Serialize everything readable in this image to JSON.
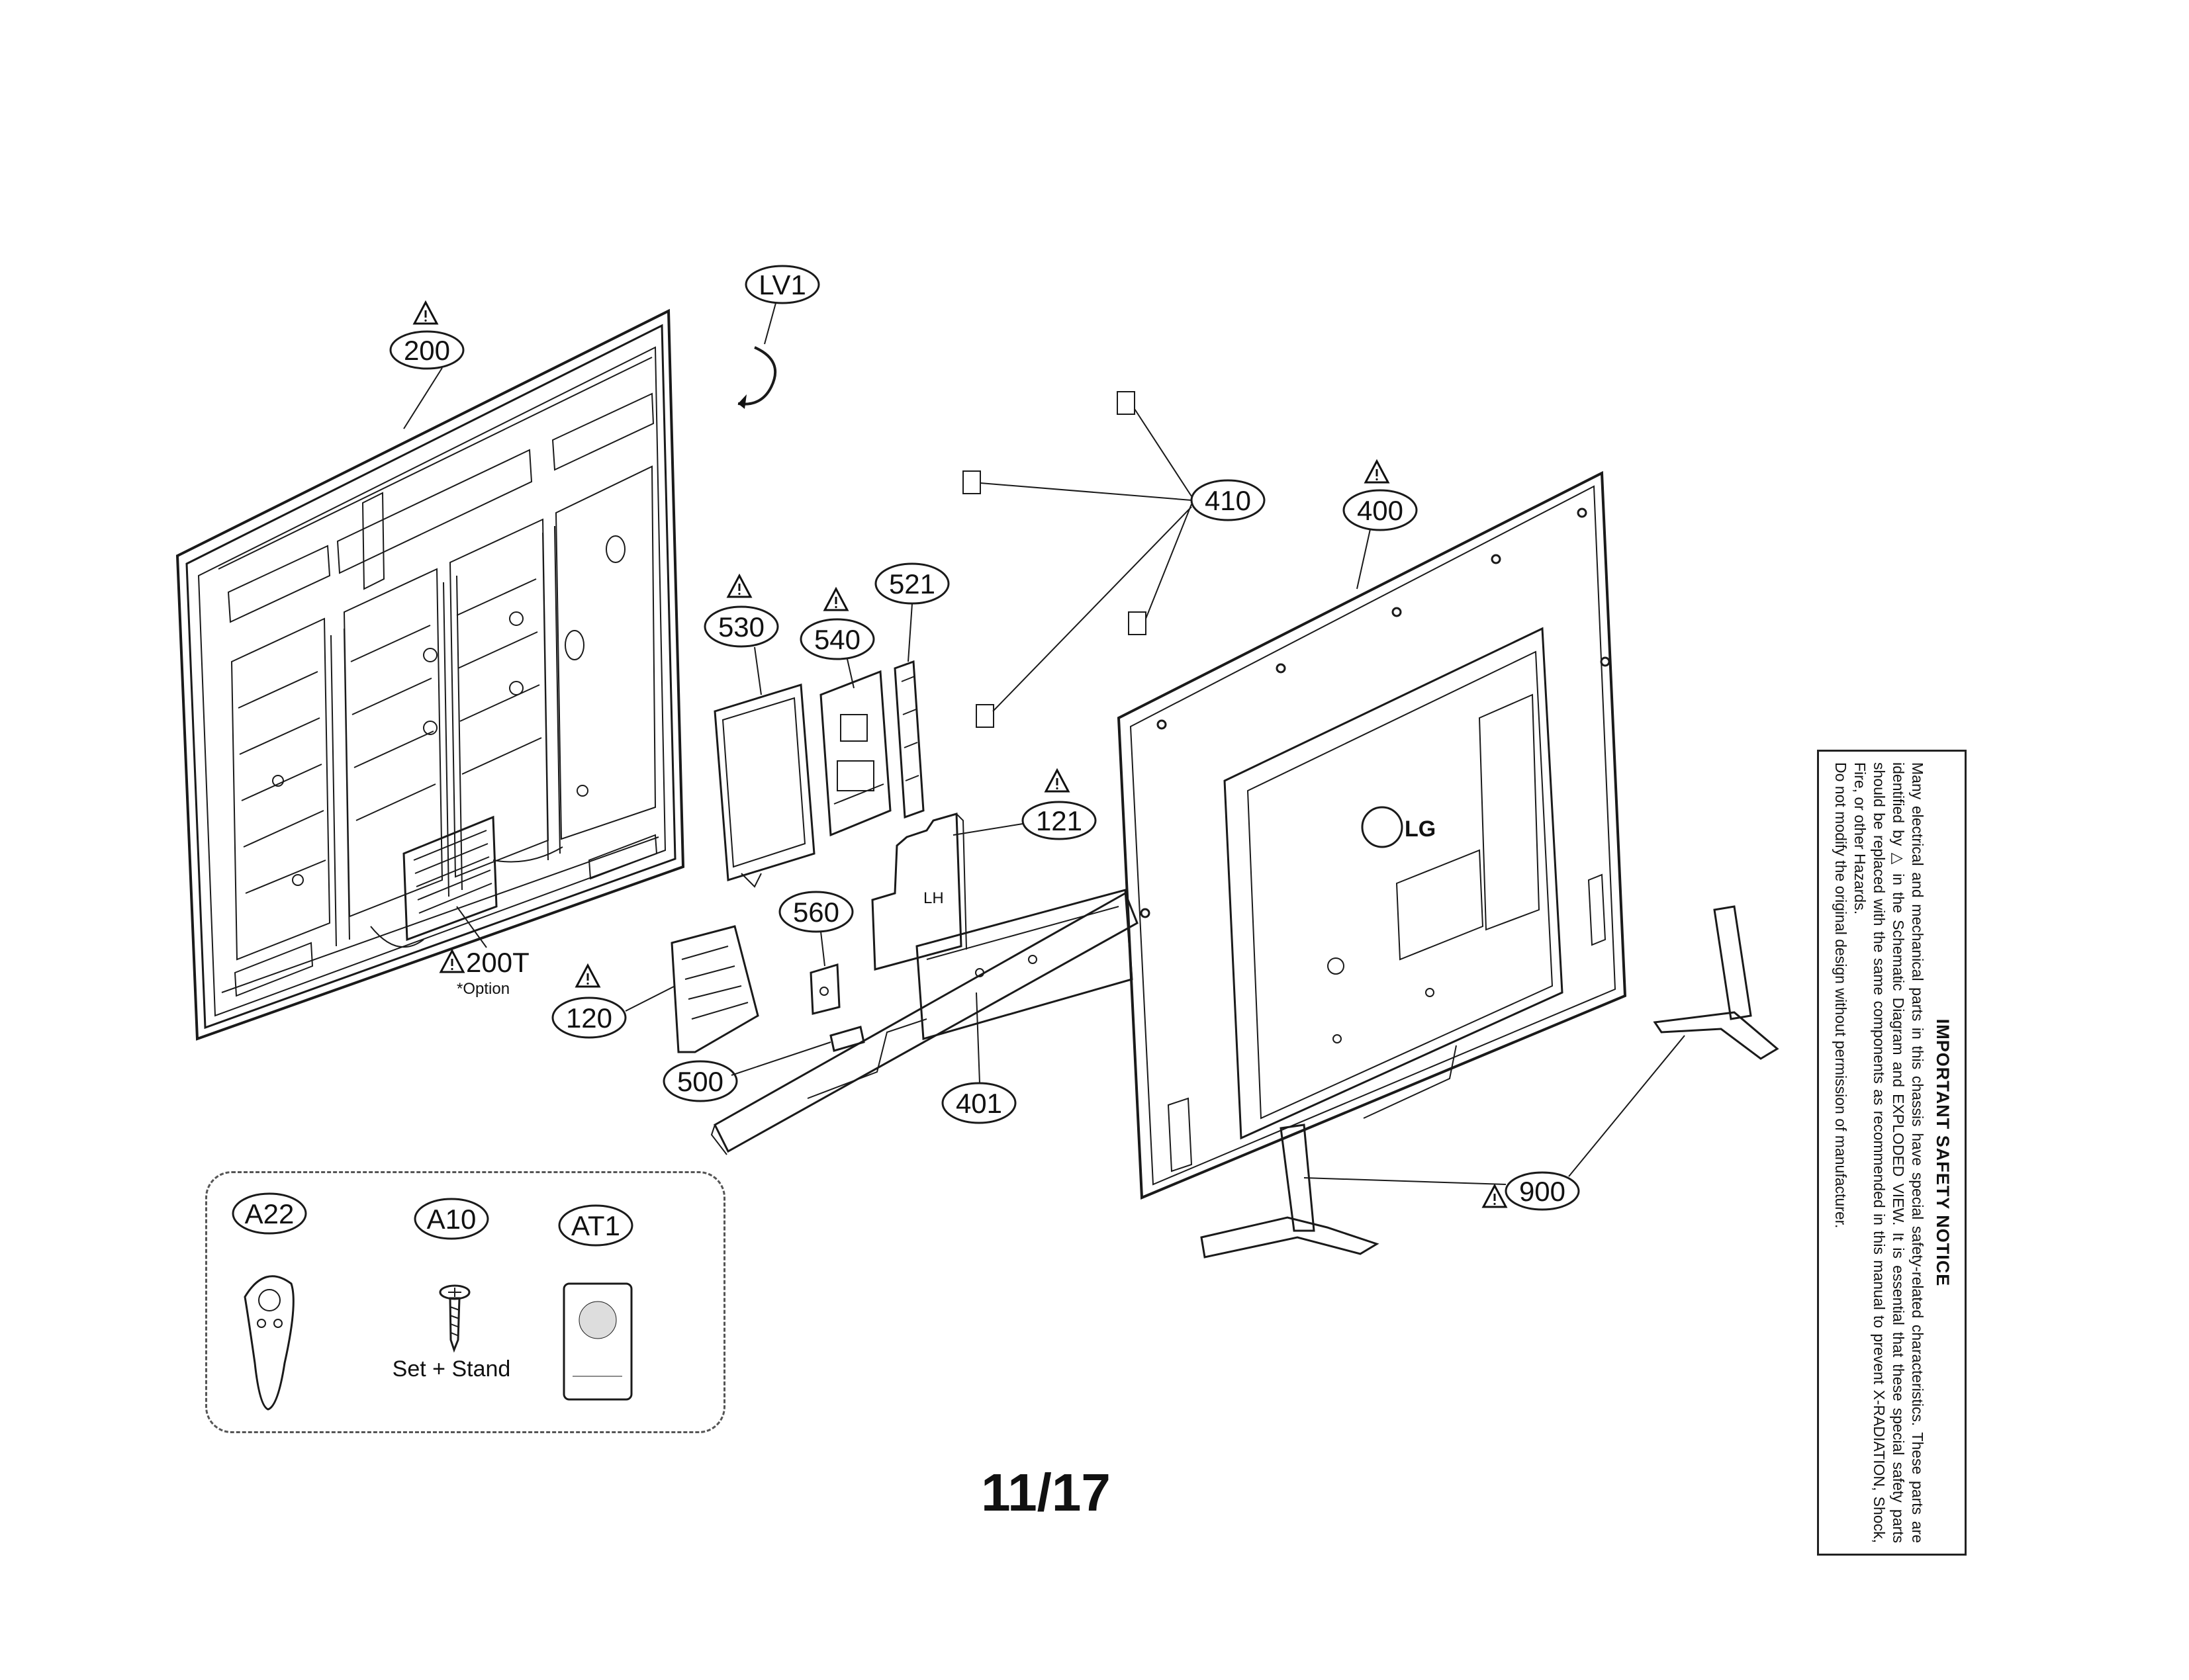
{
  "page_number": "11/17",
  "callouts": {
    "c200": "200",
    "lv1": "LV1",
    "c410": "410",
    "c400": "400",
    "c521": "521",
    "c530": "530",
    "c540": "540",
    "c121": "121",
    "c560": "560",
    "c120": "120",
    "c500": "500",
    "c401": "401",
    "c900": "900",
    "c200t": "200T",
    "a22": "A22",
    "a10": "A10",
    "at1": "AT1"
  },
  "option_note": "*Option",
  "set_stand_label": "Set + Stand",
  "brand_logo_text": "LG",
  "bracket_label": "LH",
  "safety_notice": {
    "title": "IMPORTANT SAFETY NOTICE",
    "body_1": "Many electrical and mechanical parts in this chassis have special safety-related characteristics. These parts are identified by",
    "body_2": "in the Schematic Diagram and EXPLODED VIEW.",
    "body_3": "It is essential that these special safety parts should be replaced with the same components as recommended in this manual to prevent X-RADIATION, Shock, Fire, or other Hazards.",
    "body_4": "Do not modify the original design without permission of manufacturer."
  },
  "colors": {
    "line": "#1a1a1a",
    "background": "#ffffff"
  }
}
